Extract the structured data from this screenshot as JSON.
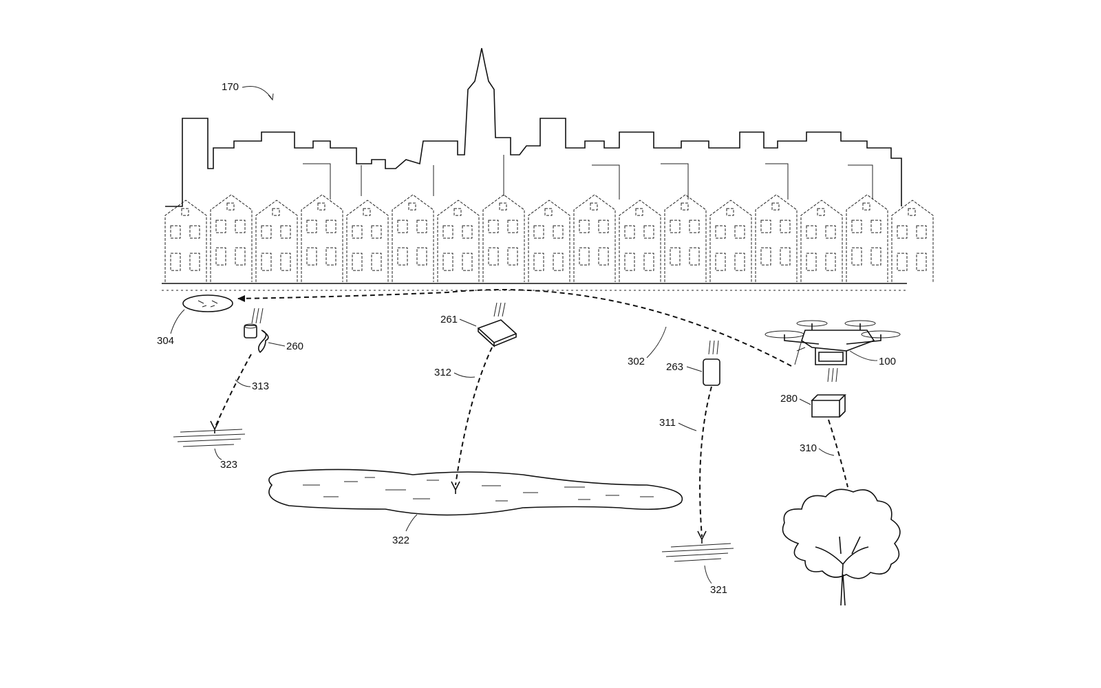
{
  "figure": {
    "labels": {
      "scene": "170",
      "landing_pad": "304",
      "parachute_item": "260",
      "package_flat": "261",
      "trajectory_313": "313",
      "trajectory_312": "312",
      "flight_path": "302",
      "item_263": "263",
      "drone": "100",
      "package_box": "280",
      "trajectory_311": "311",
      "trajectory_310": "310",
      "ground_323": "323",
      "lake": "322",
      "ground_321": "321"
    }
  }
}
